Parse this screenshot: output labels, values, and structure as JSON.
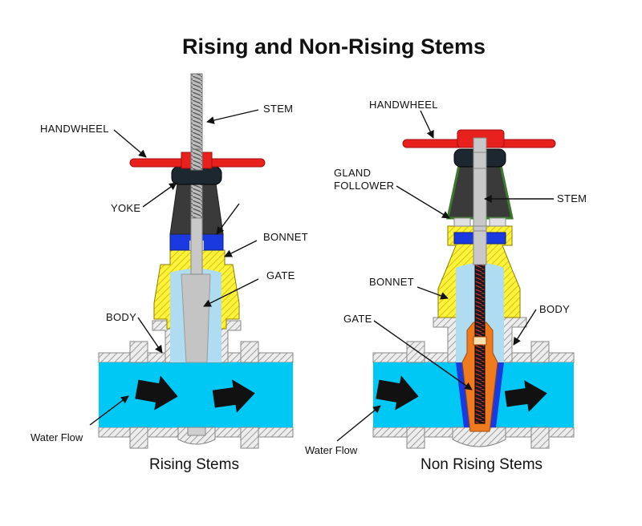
{
  "title": "Rising and Non-Rising Stems",
  "rising": {
    "caption": "Rising Stems",
    "labels": {
      "stem": "STEM",
      "handwheel": "HANDWHEEL",
      "yoke": "YOKE",
      "bonnet": "BONNET",
      "gate": "GATE",
      "body": "BODY",
      "water_flow": "Water Flow"
    }
  },
  "non_rising": {
    "caption": "Non Rising Stems",
    "labels": {
      "handwheel": "HANDWHEEL",
      "gland_follower_1": "GLAND",
      "gland_follower_2": "FOLLOWER",
      "stem": "STEM",
      "bonnet": "BONNET",
      "body": "BODY",
      "gate": "GATE",
      "water_flow": "Water Flow"
    }
  },
  "colors": {
    "water": "#00c8f5",
    "handwheel": "#e8201e",
    "bonnet_cap": "#1a3ae0",
    "bonnet_body": "#fff23a",
    "gate_fill": "#b0dcf2",
    "stem": "#c8c8c8",
    "yoke": "#3a3a3a",
    "gland_follower": "#3a7a2a",
    "gate_orange": "#f07a1e"
  }
}
